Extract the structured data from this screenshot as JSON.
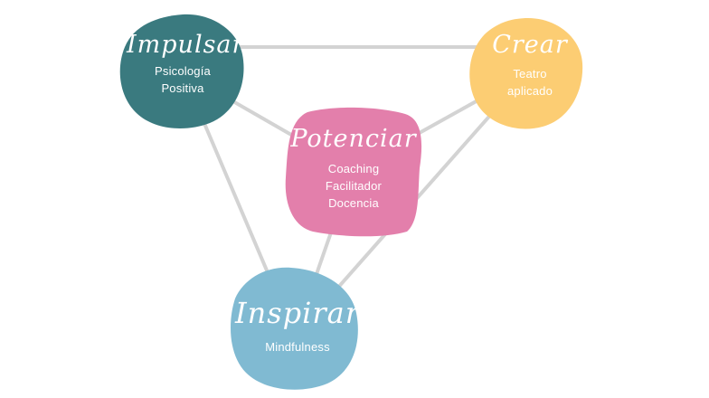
{
  "nodes": {
    "impulsar": {
      "title": "Impulsar",
      "lines": [
        "Psicología",
        "Positiva"
      ],
      "color": "#3a7a7f"
    },
    "crear": {
      "title": "Crear",
      "lines": [
        "Teatro",
        "aplicado"
      ],
      "color": "#fccd73"
    },
    "potenciar": {
      "title": "Potenciar",
      "lines": [
        "Coaching",
        "Facilitador",
        "Docencia"
      ],
      "color": "#e37fab"
    },
    "inspirar": {
      "title": "Inspirar",
      "lines": [
        "Mindfulness"
      ],
      "color": "#80bad2"
    }
  },
  "connector_color": "#d3d3d3"
}
